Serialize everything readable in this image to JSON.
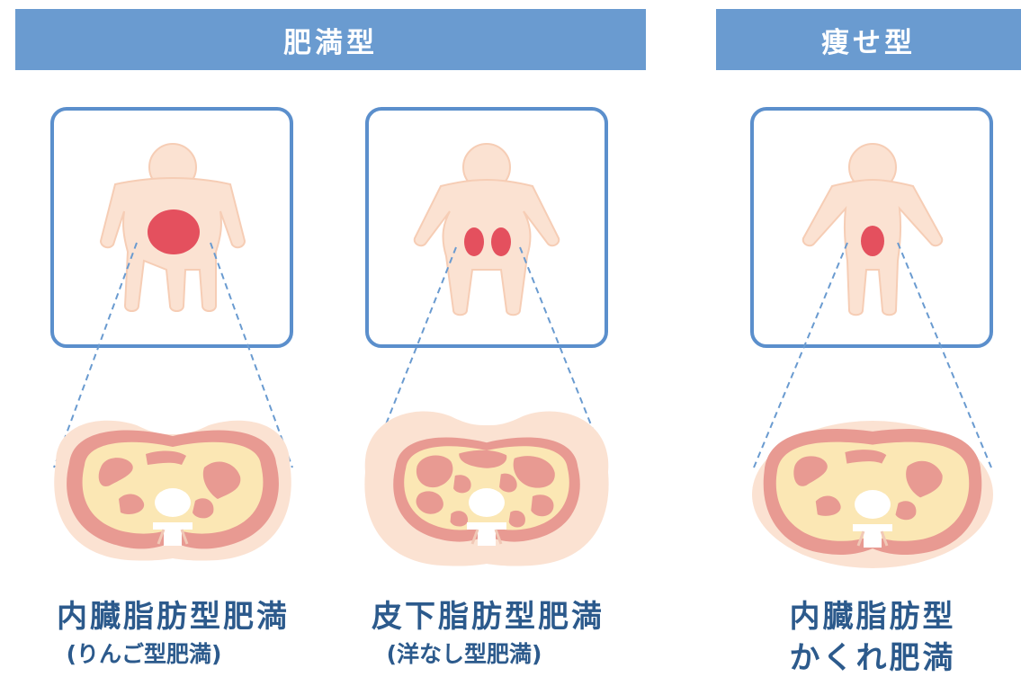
{
  "headers": {
    "obese": "肥満型",
    "lean": "痩せ型"
  },
  "panels": [
    {
      "title": "内臓脂肪型肥満",
      "subtitle": "(りんご型肥満)",
      "fat_location": "visceral"
    },
    {
      "title": "皮下脂肪型肥満",
      "subtitle": "(洋なし型肥満)",
      "fat_location": "subcutaneous"
    },
    {
      "title_line1": "内臓脂肪型",
      "title_line2": "かくれ肥満",
      "fat_location": "visceral"
    }
  ],
  "colors": {
    "banner": "#6a9bd0",
    "frame": "#5b8fcc",
    "skin": "#fbe2d2",
    "fat_marker": "#e4505e",
    "muscle": "#e89a92",
    "visceral_fat": "#fbe7b4",
    "label_text": "#2c5a8c"
  }
}
